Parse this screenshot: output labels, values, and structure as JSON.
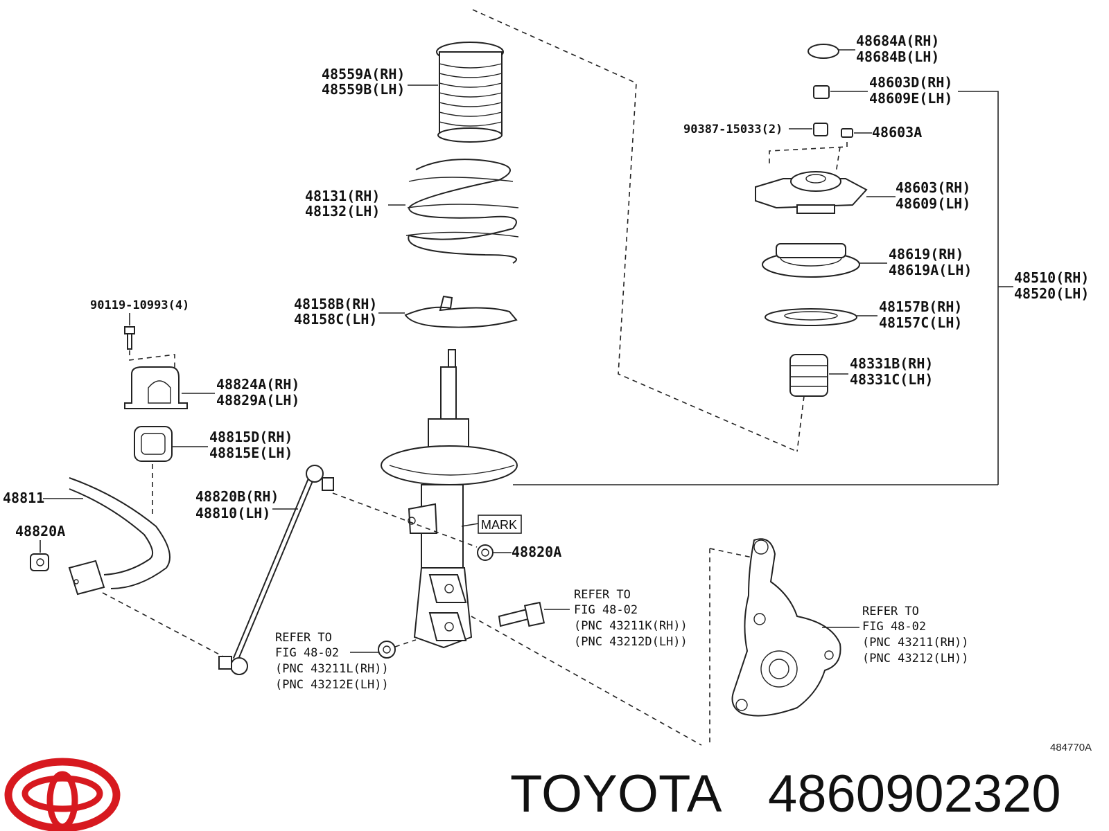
{
  "labels": {
    "l48559a": "48559A(RH)",
    "l48559b": "48559B(LH)",
    "l48131": "48131(RH)",
    "l48132": "48132(LH)",
    "l48158b": "48158B(RH)",
    "l48158c": "48158C(LH)",
    "l90119": "90119-10993(4)",
    "l48824a": "48824A(RH)",
    "l48829a": "48829A(LH)",
    "l48815d": "48815D(RH)",
    "l48815e": "48815E(LH)",
    "l48811": "48811",
    "l48820a_left": "48820A",
    "l48820b": "48820B(RH)",
    "l48810": "48810(LH)",
    "l48820a_mid": "48820A",
    "mark": "MARK",
    "l48684a": "48684A(RH)",
    "l48684b": "48684B(LH)",
    "l48603d": "48603D(RH)",
    "l48609e": "48609E(LH)",
    "l90387": "90387-15033(2)",
    "l48603a": "48603A",
    "l48603": "48603(RH)",
    "l48609": "48609(LH)",
    "l48619": "48619(RH)",
    "l48619a": "48619A(LH)",
    "l48157b": "48157B(RH)",
    "l48157c": "48157C(LH)",
    "l48331b": "48331B(RH)",
    "l48331c": "48331C(LH)",
    "l48510": "48510(RH)",
    "l48520": "48520(LH)"
  },
  "refs": {
    "bolt": [
      "REFER TO",
      "FIG 48-02",
      "(PNC 43211K(RH))",
      "(PNC 43212D(LH))"
    ],
    "nut": [
      "REFER TO",
      "FIG 48-02",
      "(PNC 43211L(RH))",
      "(PNC 43212E(LH))"
    ],
    "knuckle": [
      "REFER TO",
      "FIG 48-02",
      "(PNC 43211(RH))",
      "(PNC 43212(LH))"
    ]
  },
  "figure_number": "484770A",
  "brand": "TOYOTA",
  "part_number": "4860902320",
  "colors": {
    "logo": "#d7191f",
    "ink": "#111111"
  }
}
